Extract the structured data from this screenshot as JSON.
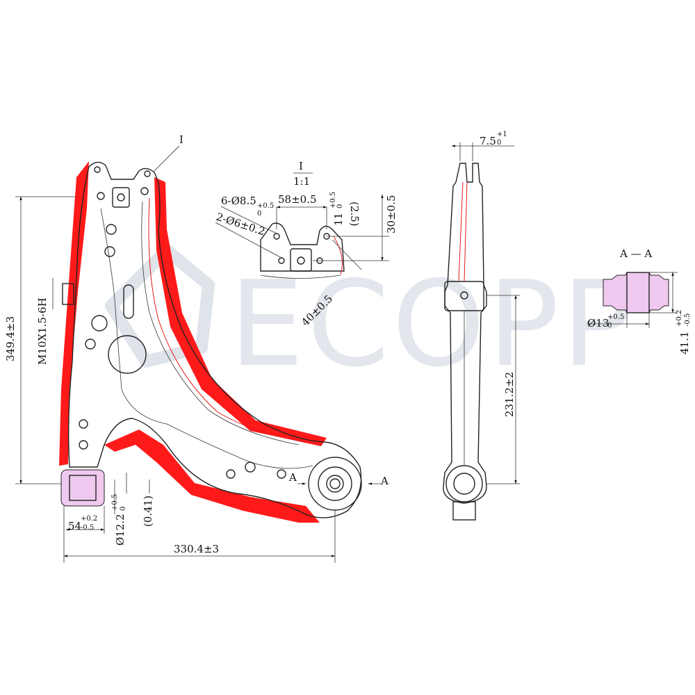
{
  "watermark": "ECOPP",
  "detail": {
    "marker": "I",
    "title": "I",
    "scale": "1:1",
    "holes_6": "6-Ø8.5",
    "holes_6_tol_upper": "+0.5",
    "holes_6_tol_lower": "0",
    "holes_2": "2-Ø6±0.2",
    "width": "58±0.5",
    "d11": "11",
    "d11_tol_upper": "+0.5",
    "d11_tol_lower": "0",
    "d25": "(2.5)",
    "d30": "30±0.5",
    "d40": "40±0.5"
  },
  "main_view": {
    "height": "349.4±3",
    "thread": "M10X1.5-6H",
    "length": "330.4±3",
    "bush_width": "54",
    "bush_width_tol_upper": "+0.2",
    "bush_width_tol_lower": "-0.5",
    "bore": "Ø12.2",
    "bore_tol_upper": "+0.5",
    "bore_tol_lower": "0",
    "offset": "(0.41)",
    "section_mark": "A"
  },
  "side_view": {
    "top_width": "7.5",
    "top_width_tol_upper": "+1",
    "top_width_tol_lower": "0",
    "length": "231.2±2"
  },
  "section_view": {
    "title": "A — A",
    "bore": "Ø13",
    "bore_tol_upper": "+0.5",
    "bore_tol_lower": "0",
    "width": "41.1",
    "width_tol_upper": "+0.2",
    "width_tol_lower": "-0.5"
  },
  "colors": {
    "highlight": "#ff1a1a",
    "bushing": "#efc9ef",
    "line": "#222222",
    "watermark": "#dfe3ea"
  }
}
